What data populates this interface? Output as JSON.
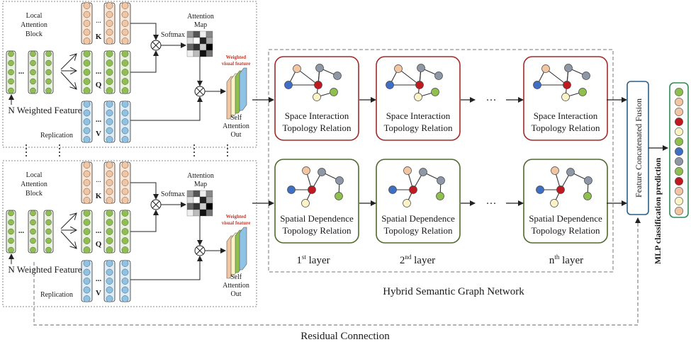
{
  "attention_blocks": [
    {
      "block_title_line1": "Local",
      "block_title_line2": "Attention",
      "block_title_line3": "Block",
      "k_label": "K",
      "q_label": "Q",
      "v_label": "V",
      "softmax_label": "Softmax",
      "map_title_line1": "Attention",
      "map_title_line2": "Map",
      "weighted_line1": "Weighted",
      "weighted_line2": "visual feature",
      "features_label": "N Weighted Features",
      "replication_label": "Replication",
      "out_line1": "Self",
      "out_line2": "Attention",
      "out_line3": "Out",
      "dots": "..."
    },
    {
      "block_title_line1": "Local",
      "block_title_line2": "Attention",
      "block_title_line3": "Block",
      "k_label": "K",
      "q_label": "Q",
      "v_label": "V",
      "softmax_label": "Softmax",
      "map_title_line1": "Attention",
      "map_title_line2": "Map",
      "weighted_line1": "Weighted",
      "weighted_line2": "visual feature",
      "features_label": "N Weighted Features",
      "replication_label": "Replication",
      "out_line1": "Self",
      "out_line2": "Attention",
      "out_line3": "Out",
      "dots": "..."
    }
  ],
  "graph_network": {
    "title": "Hybrid Semantic Graph Network",
    "space_line1": "Space Interaction",
    "space_line2": "Topology Relation",
    "spatial_line1": "Spatial Dependence",
    "spatial_line2": "Topology Relation",
    "ellipsis": "···",
    "layers": [
      {
        "num": "1",
        "sup": "st",
        "word": "layer"
      },
      {
        "num": "2",
        "sup": "nd",
        "word": "layer"
      },
      {
        "num": "n",
        "sup": "th",
        "word": "layer"
      }
    ]
  },
  "fusion_label": "Feature Concatenated Fusion",
  "mlp_label": "MLP classification prediction",
  "residual_label": "Residual Connection",
  "colors": {
    "green_node": "#8fbf4f",
    "peach_node": "#f2c6a3",
    "blue_node": "#8ec3e6",
    "graph_blue": "#3e6fc4",
    "graph_red": "#c0191f",
    "graph_gray": "#8d97a6",
    "graph_cream": "#fbf3c6",
    "graph_green": "#8fbf4f",
    "graph_peach": "#f2c6a3",
    "space_border": "#a32a2a",
    "spatial_border": "#4f6b2c",
    "fusion_border": "#2b5f8a"
  },
  "output_column_colors": [
    "green",
    "peach",
    "peach",
    "red",
    "cream",
    "green",
    "blue",
    "gray",
    "green",
    "red",
    "peach",
    "cream",
    "peach"
  ]
}
